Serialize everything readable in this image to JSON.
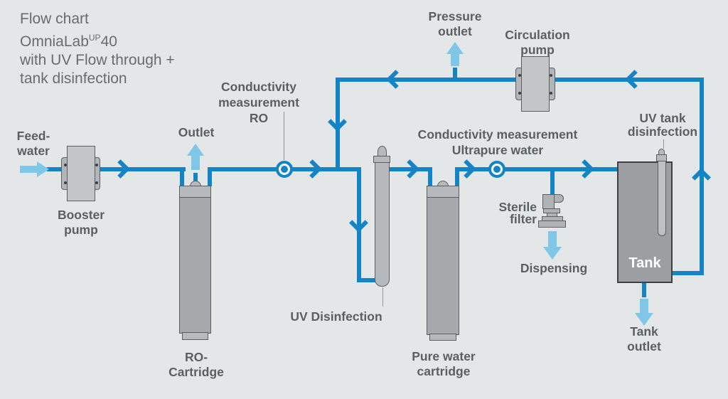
{
  "title": {
    "line1": "Flow chart",
    "line2_base": "OmniaLab",
    "line2_sup": "UP",
    "line2_rest": "40",
    "line3": "with UV Flow through +",
    "line4": "tank disinfection"
  },
  "labels": {
    "feed_water": {
      "line1": "Feed-",
      "line2": "water"
    },
    "booster_pump": {
      "line1": "Booster",
      "line2": "pump"
    },
    "outlet": {
      "line1": "Outlet"
    },
    "ro_cartridge": {
      "line1": "RO-",
      "line2": "Cartridge"
    },
    "conductivity_ro": {
      "line1": "Conductivity",
      "line2": "measurement",
      "line3": "RO"
    },
    "uv_disinfection": {
      "line1": "UV Disinfection"
    },
    "pressure_outlet": {
      "line1": "Pressure",
      "line2": "outlet"
    },
    "circulation_pump": {
      "line1": "Circulation",
      "line2": "pump"
    },
    "conductivity_up": {
      "line1": "Conductivity measurement",
      "line2": "Ultrapure water"
    },
    "pure_water_cartridge": {
      "line1": "Pure water",
      "line2": "cartridge"
    },
    "sterile_filter": {
      "line1": "Sterile",
      "line2": "filter"
    },
    "dispensing": {
      "line1": "Dispensing"
    },
    "uv_tank": {
      "line1": "UV tank",
      "line2": "disinfection"
    },
    "tank": {
      "line1": "Tank"
    },
    "tank_outlet": {
      "line1": "Tank",
      "line2": "outlet"
    }
  },
  "colors": {
    "background": "#e3e7e8",
    "flow_line_blue": "#1385c7",
    "io_arrow_light_blue": "#7fc6e7",
    "component_gray": "#b7babc",
    "tank_gray": "#9b9fa1",
    "text_gray": "#5a5f62"
  }
}
